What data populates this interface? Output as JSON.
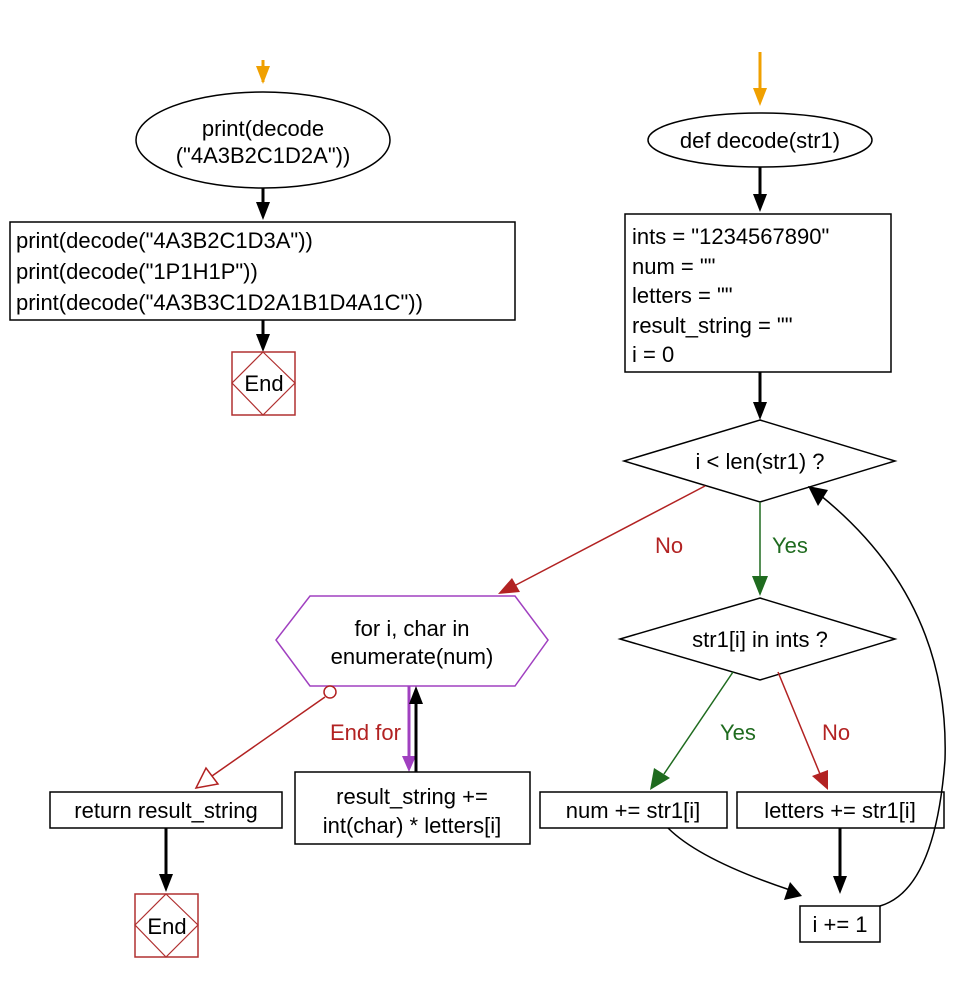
{
  "diagram": {
    "left_start": {
      "line1": "print(decode",
      "line2": "(\"4A3B2C1D2A\"))"
    },
    "left_block": {
      "line1": "print(decode(\"4A3B2C1D3A\"))",
      "line2": "print(decode(\"1P1H1P\"))",
      "line3": "print(decode(\"4A3B3C1D2A1B1D4A1C\"))"
    },
    "left_end": "End",
    "func_start": "def decode(str1)",
    "init_block": {
      "line1": "ints = \"1234567890\"",
      "line2": "num = \"\"",
      "line3": "letters = \"\"",
      "line4": "result_string = \"\"",
      "line5": "i = 0"
    },
    "loop_cond": "i < len(str1) ?",
    "no_label_1": "No",
    "yes_label_1": "Yes",
    "in_ints_cond": "str1[i] in ints ?",
    "yes_label_2": "Yes",
    "no_label_2": "No",
    "num_add": "num += str1[i]",
    "letters_add": "letters += str1[i]",
    "increment": "i += 1",
    "for_loop": {
      "line1": "for i, char in",
      "line2": "enumerate(num)"
    },
    "end_for_label": "End for",
    "result_update": {
      "line1": "result_string +=",
      "line2": "int(char) * letters[i]"
    },
    "return_stmt": "return result_string",
    "func_end": "End",
    "colors": {
      "start_arrow": "#f0a000",
      "no_branch": "#b22222",
      "yes_branch": "#1f6b1f",
      "for_loop": "#a040c0",
      "end_box": "#b03030"
    }
  }
}
